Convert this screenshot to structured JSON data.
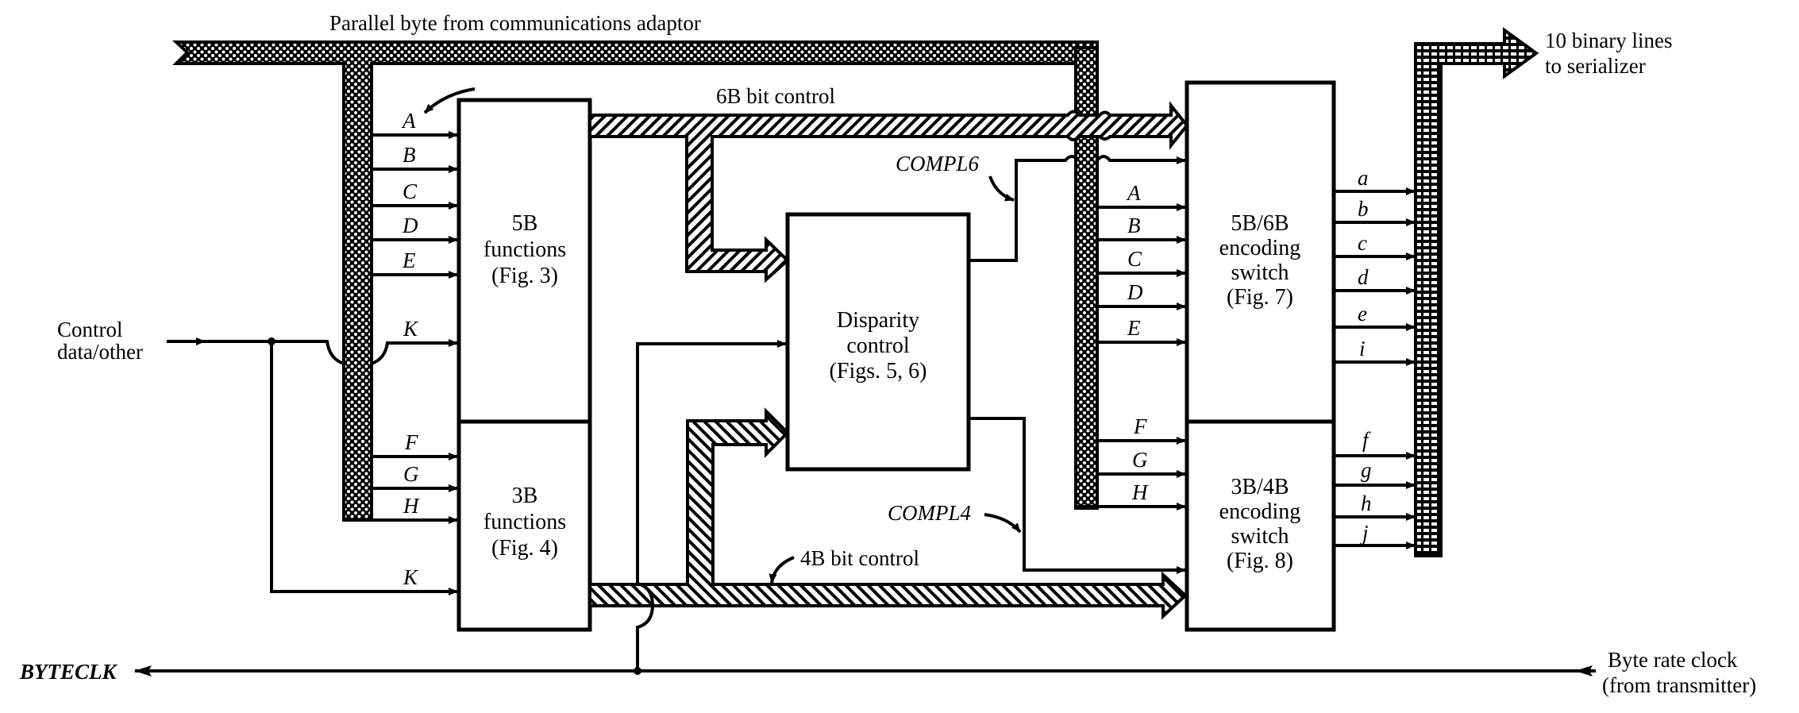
{
  "figure": {
    "top_input_label": "Parallel byte from communications adaptor",
    "output_label_line1": "10 binary lines",
    "output_label_line2": "to serializer",
    "control_label_line1": "Control",
    "control_label_line2": "data/other",
    "byteclk_label": "BYTECLK",
    "clock_label_line1": "Byte rate clock",
    "clock_label_line2": "(from transmitter)",
    "bus_6b_label": "6B bit control",
    "bus_4b_label": "4B bit control",
    "compl6_label": "COMPL6",
    "compl4_label": "COMPL4"
  },
  "blocks": {
    "fn5b": [
      "5B",
      "functions",
      "(Fig. 3)"
    ],
    "fn3b": [
      "3B",
      "functions",
      "(Fig. 4)"
    ],
    "disparity": [
      "Disparity",
      "control",
      "(Figs. 5, 6)"
    ],
    "sw56": [
      "5B/6B",
      "encoding",
      "switch",
      "(Fig. 7)"
    ],
    "sw34": [
      "3B/4B",
      "encoding",
      "switch",
      "(Fig. 8)"
    ]
  },
  "inputs_5b": [
    "A",
    "B",
    "C",
    "D",
    "E"
  ],
  "input_k": "K",
  "inputs_3b": [
    "F",
    "G",
    "H"
  ],
  "outputs_6b": [
    "a",
    "b",
    "c",
    "d",
    "e",
    "i"
  ],
  "outputs_4b": [
    "f",
    "g",
    "h",
    "j"
  ],
  "colors": {
    "ink": "#000000",
    "paper": "#ffffff"
  }
}
